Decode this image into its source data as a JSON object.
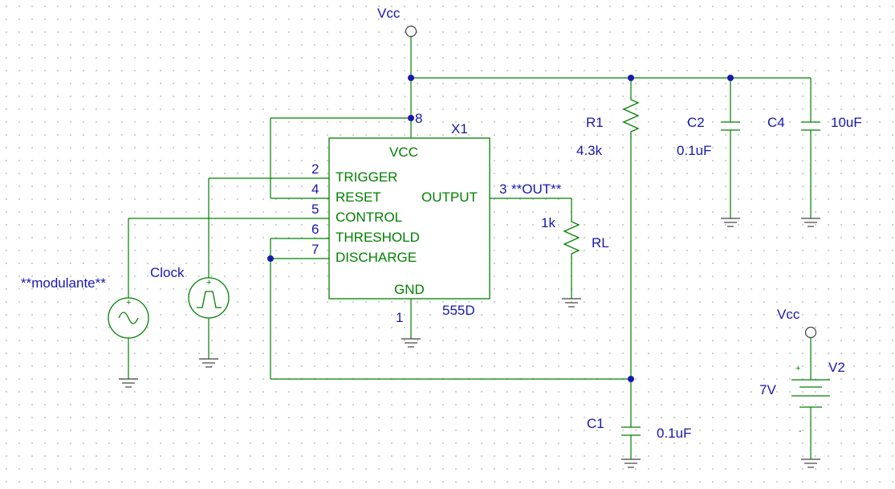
{
  "power_labels": {
    "top": "Vcc",
    "v2_terminal": "Vcc"
  },
  "ic": {
    "ref": "X1",
    "part": "555D",
    "pin_vcc": "VCC",
    "pin_gnd": "GND",
    "pin_trigger": "TRIGGER",
    "pin_reset": "RESET",
    "pin_control": "CONTROL",
    "pin_threshold": "THRESHOLD",
    "pin_discharge": "DISCHARGE",
    "pin_output": "OUTPUT",
    "num_vcc": "8",
    "num_trigger": "2",
    "num_reset": "4",
    "num_control": "5",
    "num_threshold": "6",
    "num_discharge": "7",
    "num_gnd": "1",
    "num_output": "3"
  },
  "net_out": "**OUT**",
  "sources": {
    "modulante": "**modulante**",
    "clock": "Clock"
  },
  "components": {
    "R1": {
      "ref": "R1",
      "value": "4.3k"
    },
    "RL": {
      "ref": "RL",
      "value": "1k"
    },
    "C1": {
      "ref": "C1",
      "value": "0.1uF"
    },
    "C2": {
      "ref": "C2",
      "value": "0.1uF"
    },
    "C4": {
      "ref": "C4",
      "value": "10uF"
    },
    "V2": {
      "ref": "V2",
      "value": "7V",
      "plus": "+",
      "minus": "-"
    }
  }
}
